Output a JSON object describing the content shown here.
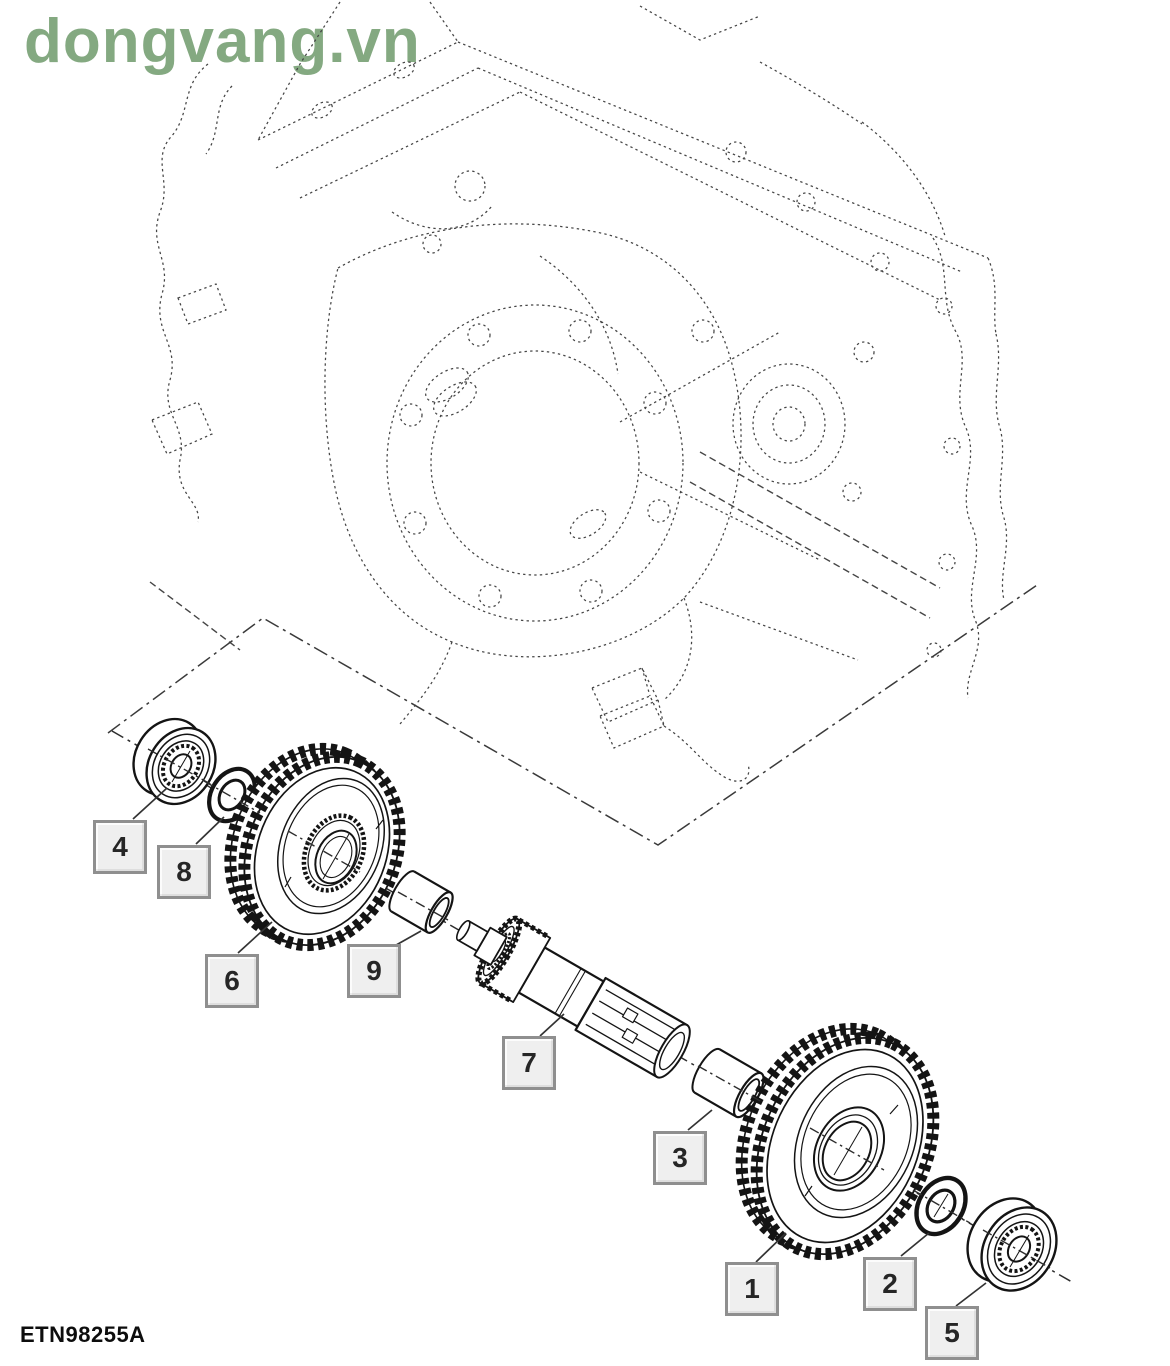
{
  "watermark": {
    "text": "dongvang.vn",
    "color": "#84a981"
  },
  "footer": {
    "drawing_code": "ETN98255A"
  },
  "diagram": {
    "callouts": [
      {
        "label": "1"
      },
      {
        "label": "2"
      },
      {
        "label": "3"
      },
      {
        "label": "4"
      },
      {
        "label": "5"
      },
      {
        "label": "6"
      },
      {
        "label": "7"
      },
      {
        "label": "8"
      },
      {
        "label": "9"
      }
    ],
    "colors": {
      "part_line": "#141414",
      "ghost_line": "#454545",
      "phantom_line": "#3a3a3a",
      "callout_fill": "#efefef",
      "callout_border": "#8f8f8f",
      "callout_text": "#262626",
      "watermark_green": "#84a981"
    }
  }
}
